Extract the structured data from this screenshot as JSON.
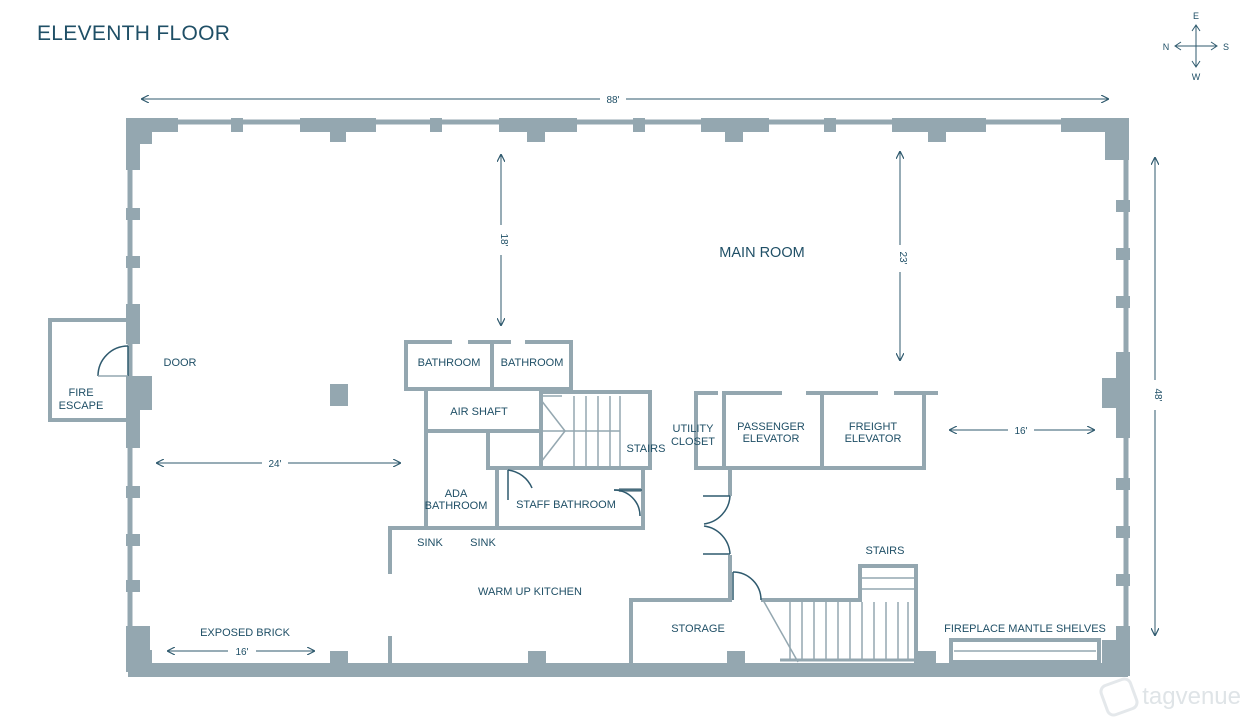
{
  "title": "ELEVENTH FLOOR",
  "compass": {
    "north": "N",
    "east": "E",
    "south": "S",
    "west": "W"
  },
  "rooms": {
    "main_room": "MAIN ROOM",
    "door": "DOOR",
    "fire_escape_1": "FIRE",
    "fire_escape_2": "ESCAPE",
    "bathroom_1": "BATHROOM",
    "bathroom_2": "BATHROOM",
    "air_shaft": "AIR SHAFT",
    "stairs_center": "STAIRS",
    "utility_1": "UTILITY",
    "utility_2": "CLOSET",
    "passenger_1": "PASSENGER",
    "passenger_2": "ELEVATOR",
    "freight_1": "FREIGHT",
    "freight_2": "ELEVATOR",
    "ada_1": "ADA",
    "ada_2": "BATHROOM",
    "staff_bathroom": "STAFF BATHROOM",
    "sink_1": "SINK",
    "sink_2": "SINK",
    "kitchen": "WARM UP KITCHEN",
    "stairs_right": "STAIRS",
    "storage": "STORAGE",
    "exposed_brick": "EXPOSED BRICK",
    "fireplace": "FIREPLACE MANTLE SHELVES"
  },
  "dimensions": {
    "width_total": "88'",
    "height_total": "48'",
    "main_room_depth_left": "18'",
    "main_room_depth_right": "23'",
    "west_span": "24'",
    "east_span": "16'",
    "brick_span": "16'"
  },
  "colors": {
    "wall": "#94a7b0",
    "text": "#1f4f66",
    "dimension_line": "#2f5a6e"
  },
  "watermark": "tagvenue"
}
